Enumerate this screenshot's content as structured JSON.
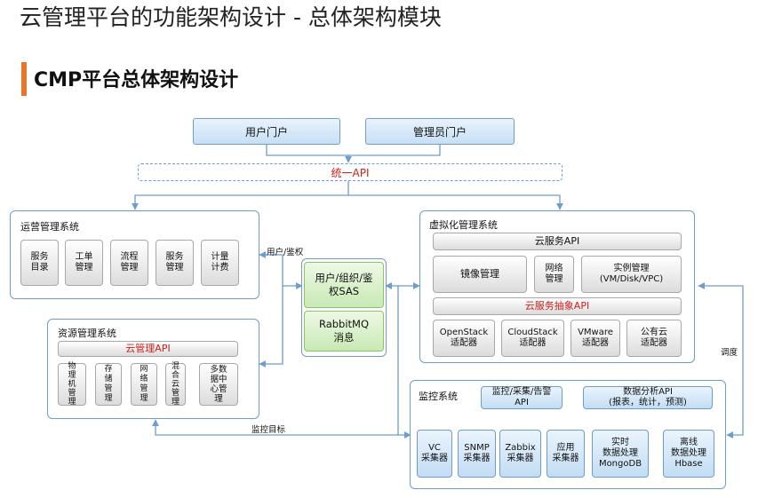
{
  "page": {
    "title": "云管理平台的功能架构设计 - 总体架构模块",
    "subtitle": "CMP平台总体架构设计"
  },
  "colors": {
    "accent": "#e8752c",
    "line": "#6e9dcb",
    "api_red": "#d0201c",
    "green": "#8cc46c"
  },
  "portals": {
    "user": "用户门户",
    "admin": "管理员门户"
  },
  "unified_api": "统一API",
  "ops": {
    "title": "运营管理系统",
    "items": [
      "服务\n目录",
      "工单\n管理",
      "流程\n管理",
      "服务\n管理",
      "计量\n计费"
    ]
  },
  "resource": {
    "title": "资源管理系统",
    "api": "云管理API",
    "items": [
      "物\n理\n机\n管\n理",
      "存\n储\n管\n理",
      "网\n络\n管\n理",
      "混\n合\n云\n管\n理",
      "多数\n据中\n心管\n理"
    ]
  },
  "center": {
    "sas": "用户/组织/鉴\n权SAS",
    "mq": "RabbitMQ\n消息"
  },
  "virt": {
    "title": "虚拟化管理系统",
    "cloud_api": "云服务API",
    "image": "镜像管理",
    "network": "网络\n管理",
    "instance": "实例管理\n(VM/Disk/VPC)",
    "abstract_api": "云服务抽象API",
    "adapters": [
      "OpenStack\n适配器",
      "CloudStack\n适配器",
      "VMware\n适配器",
      "公有云\n适配器"
    ]
  },
  "monitor": {
    "title": "监控系统",
    "api": "监控/采集/告警\nAPI",
    "analysis_api": "数据分析API\n(报表，统计，预测)",
    "collectors": [
      "VC\n采集器",
      "SNMP\n采集器",
      "Zabbix\n采集器",
      "应用\n采集器"
    ],
    "realtime": "实时\n数据处理\nMongoDB",
    "offline": "离线\n数据处理\nHbase"
  },
  "labels": {
    "user_auth": "用户/鉴权",
    "schedule": "调度",
    "monitor_target": "监控目标"
  }
}
